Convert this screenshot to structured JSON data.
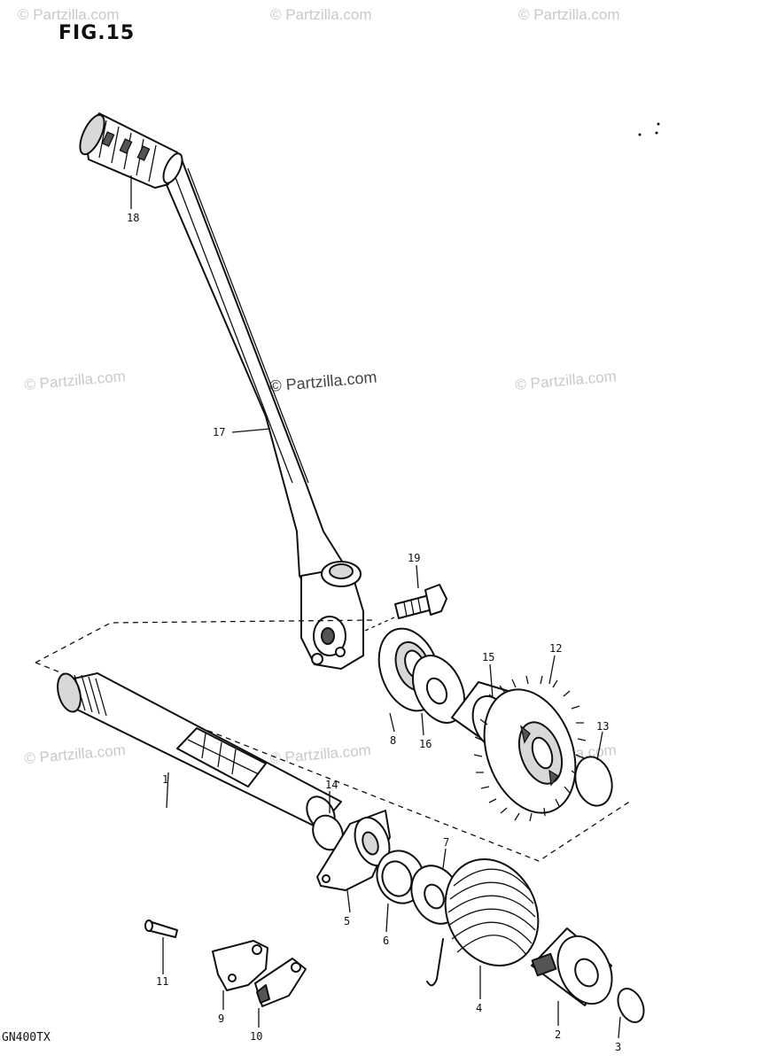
{
  "figure_title": "FIG.15",
  "model_code": "GN400TX",
  "watermark": "© Partzilla.com",
  "callouts": [
    "1",
    "2",
    "3",
    "4",
    "5",
    "6",
    "7",
    "8",
    "9",
    "10",
    "11",
    "12",
    "13",
    "14",
    "15",
    "16",
    "17",
    "18",
    "19"
  ],
  "colors": {
    "ink": "#111111",
    "watermark": "#c9c9c9",
    "background": "#ffffff"
  }
}
